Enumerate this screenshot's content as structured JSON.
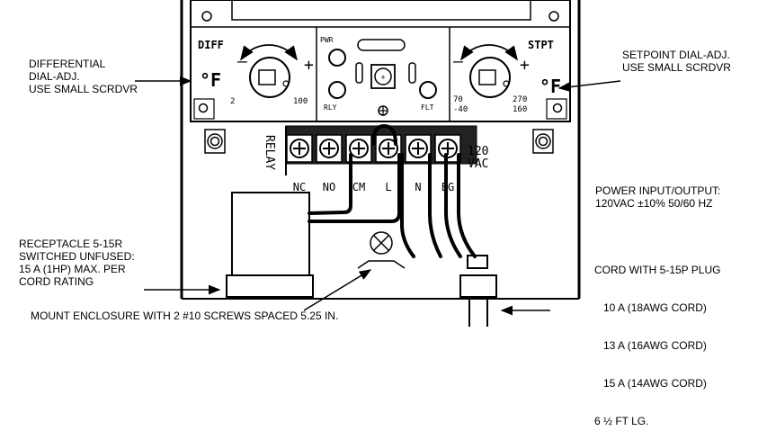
{
  "panel": {
    "diff_title": "DIFF",
    "stpt_title": "STPT",
    "deg_f": "°F",
    "minus": "–",
    "plus": "+",
    "diff_min": "2",
    "diff_max": "100",
    "stpt_min_f": "70",
    "stpt_min_c": "-40",
    "stpt_max_f": "270",
    "stpt_max_c": "160",
    "led_pwr": "PWR",
    "led_rly": "RLY",
    "led_flt": "FLT",
    "relay_label": "RELAY",
    "terminals": [
      "NC",
      "NO",
      "CM",
      "L",
      "N",
      "EG"
    ],
    "voltage_top": "120",
    "voltage_bottom": "VAC"
  },
  "callouts": {
    "differential": "DIFFERENTIAL\nDIAL-ADJ.\nUSE SMALL SCRDVR",
    "setpoint": "SETPOINT DIAL-ADJ.\nUSE SMALL SCRDVR",
    "power": "POWER INPUT/OUTPUT:\n120VAC ±10% 50/60 HZ",
    "receptacle": "RECEPTACLE 5-15R\nSWITCHED UNFUSED:\n15 A (1HP) MAX. PER\nCORD RATING",
    "cord_title": "CORD WITH 5-15P PLUG",
    "cord_lines": [
      "10 A (18AWG CORD)",
      "13 A (16AWG CORD)",
      "15 A (14AWG CORD)"
    ],
    "cord_length": "6 ½ FT LG.",
    "mount": "MOUNT ENCLOSURE WITH 2 #10 SCREWS SPACED 5.25 IN."
  }
}
